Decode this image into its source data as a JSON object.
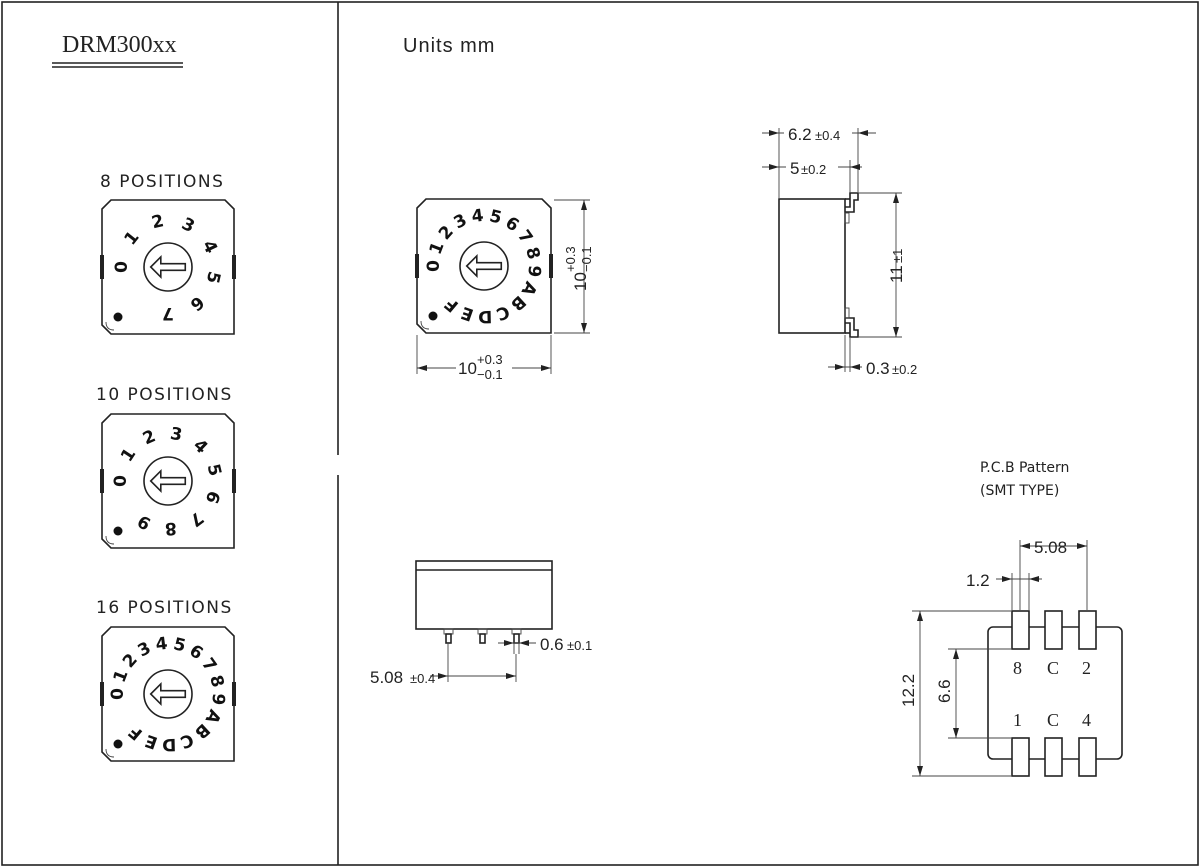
{
  "part_number": "DRM300xx",
  "units_label": "Units mm",
  "positions": [
    {
      "label": "8 POSITIONS",
      "digits": [
        "0",
        "1",
        "2",
        "3",
        "4",
        "5",
        "6",
        "7"
      ]
    },
    {
      "label": "10 POSITIONS",
      "digits": [
        "0",
        "1",
        "2",
        "3",
        "4",
        "5",
        "6",
        "7",
        "8",
        "9"
      ]
    },
    {
      "label": "16 POSITIONS",
      "digits": [
        "0",
        "1",
        "2",
        "3",
        "4",
        "5",
        "6",
        "7",
        "8",
        "9",
        "A",
        "B",
        "C",
        "D",
        "E",
        "F"
      ]
    }
  ],
  "front_view": {
    "digits": [
      "0",
      "1",
      "2",
      "3",
      "4",
      "5",
      "6",
      "7",
      "8",
      "9",
      "A",
      "B",
      "C",
      "D",
      "E",
      "F"
    ],
    "height_dim": "10",
    "height_tol_plus": "+0.3",
    "height_tol_minus": "−0.1",
    "width_dim": "10",
    "width_tol_plus": "+0.3",
    "width_tol_minus": "−0.1"
  },
  "side_view": {
    "dim_overall": "6.2",
    "dim_overall_tol": "±0.4",
    "dim_body": "5",
    "dim_body_tol": "±0.2",
    "dim_height": "11",
    "dim_height_tol": "±1",
    "dim_lead": "0.3",
    "dim_lead_tol": "±0.2"
  },
  "bottom_view": {
    "dim_pin_width": "0.6",
    "dim_pin_width_tol": "±0.1",
    "dim_pitch": "5.08",
    "dim_pitch_tol": "±0.4"
  },
  "pcb_pattern": {
    "title": "P.C.B Pattern",
    "subtitle": "(SMT TYPE)",
    "dim_pitch": "5.08",
    "dim_pad": "1.2",
    "dim_outer": "12.2",
    "dim_inner": "6.6",
    "pins_top": [
      "8",
      "C",
      "2"
    ],
    "pins_bottom": [
      "1",
      "C",
      "4"
    ]
  }
}
